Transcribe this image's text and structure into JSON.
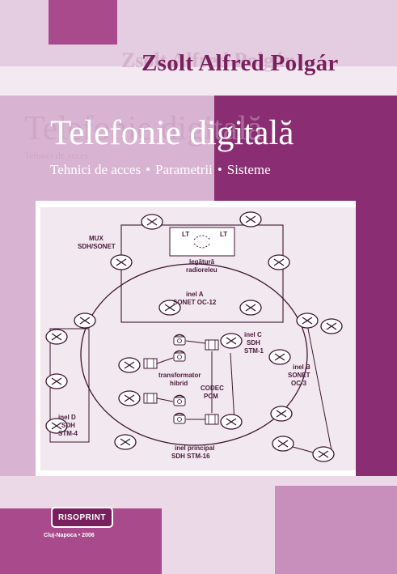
{
  "cover": {
    "author": "Zsolt Alfred Polgár",
    "title": "Telefonie digitală",
    "subtitle": {
      "part1": "Tehnici de acces",
      "part2": "Parametrii",
      "part3": "Sisteme",
      "separator": "•"
    },
    "colors": {
      "dark_purple": "#8b2d72",
      "medium_purple": "#a94a8c",
      "light_purple": "#d9b4d2",
      "pale_purple": "#ecd9e8",
      "author_text": "#7a1f5e"
    }
  },
  "diagram": {
    "labels": {
      "mux": "MUX",
      "sdh_sonet": "SDH/SONET",
      "lt": "LT",
      "legatura": "legătură",
      "radioreleu": "radioreleu",
      "inel_a": "inel A",
      "sonet_oc12": "SONET OC-12",
      "inel_c": "inel C",
      "inel_c_sdh": "SDH",
      "stm1": "STM-1",
      "inel_b": "inel B",
      "inel_b_sonet": "SONET",
      "oc3": "OC-3",
      "transformator": "transformator",
      "hibrid": "hibrid",
      "codec": "CODEC",
      "pcm": "PCM",
      "inel_d": "inel D",
      "inel_d_sdh": "SDH",
      "stm4": "STM-4",
      "inel_principal": "inel principal",
      "sdh_stm16": "SDH STM-16"
    }
  },
  "publisher": {
    "name": "RISOPRINT",
    "imprint": "Cluj-Napoca • 2006"
  }
}
